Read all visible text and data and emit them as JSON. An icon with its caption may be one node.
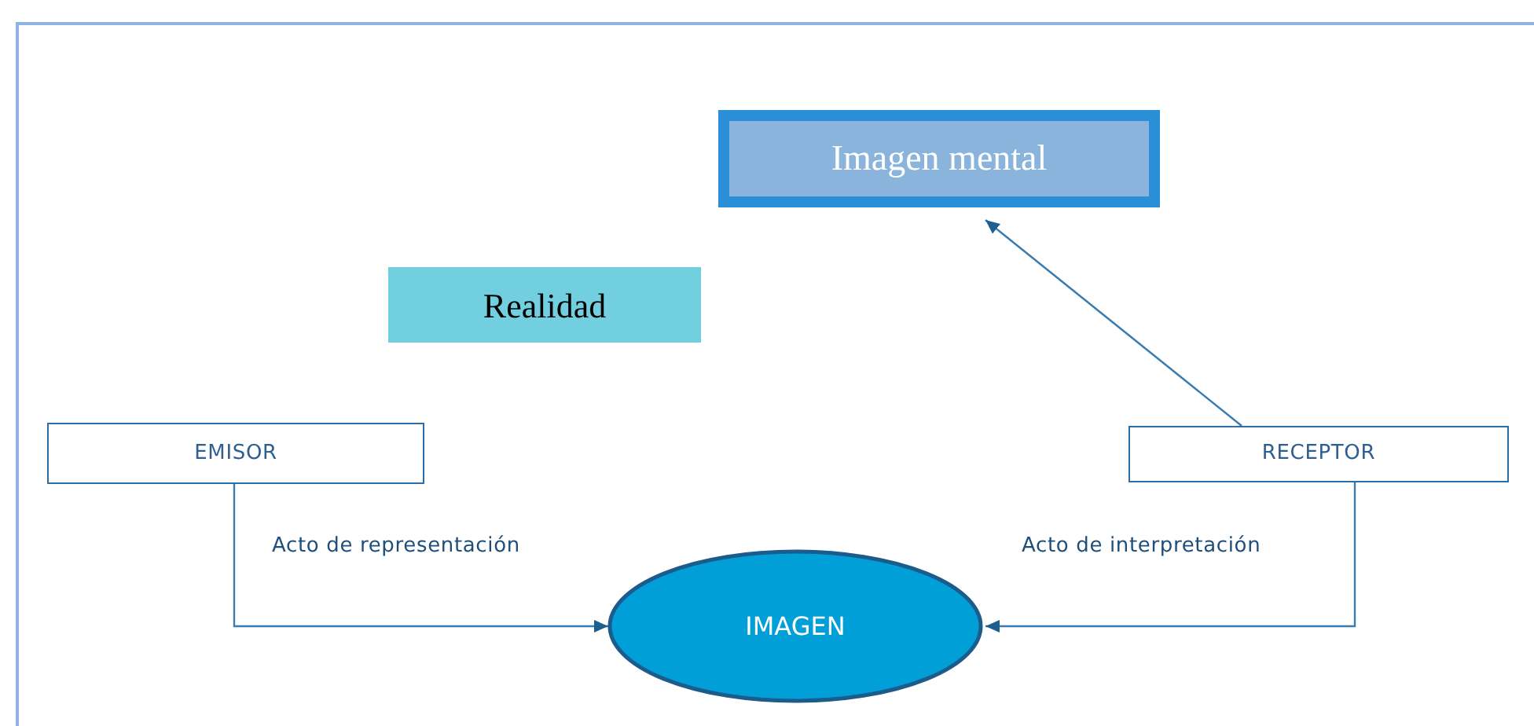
{
  "diagram": {
    "nodes": [
      {
        "text": [
          "Imagen mental"
        ]
      },
      {
        "text": [
          "Realidad"
        ]
      },
      {
        "text": [
          "EMISOR"
        ]
      },
      {
        "text": [
          "RECEPTOR"
        ]
      },
      {
        "text": [
          "IMAGEN"
        ]
      }
    ],
    "edges": [
      {
        "from": 2,
        "to": 4,
        "arrow": "to",
        "label": "Acto de representación"
      },
      {
        "from": 3,
        "to": 4,
        "arrow": "to",
        "label": "Acto de interpretación"
      },
      {
        "from": 3,
        "to": 0,
        "arrow": "to"
      }
    ]
  }
}
